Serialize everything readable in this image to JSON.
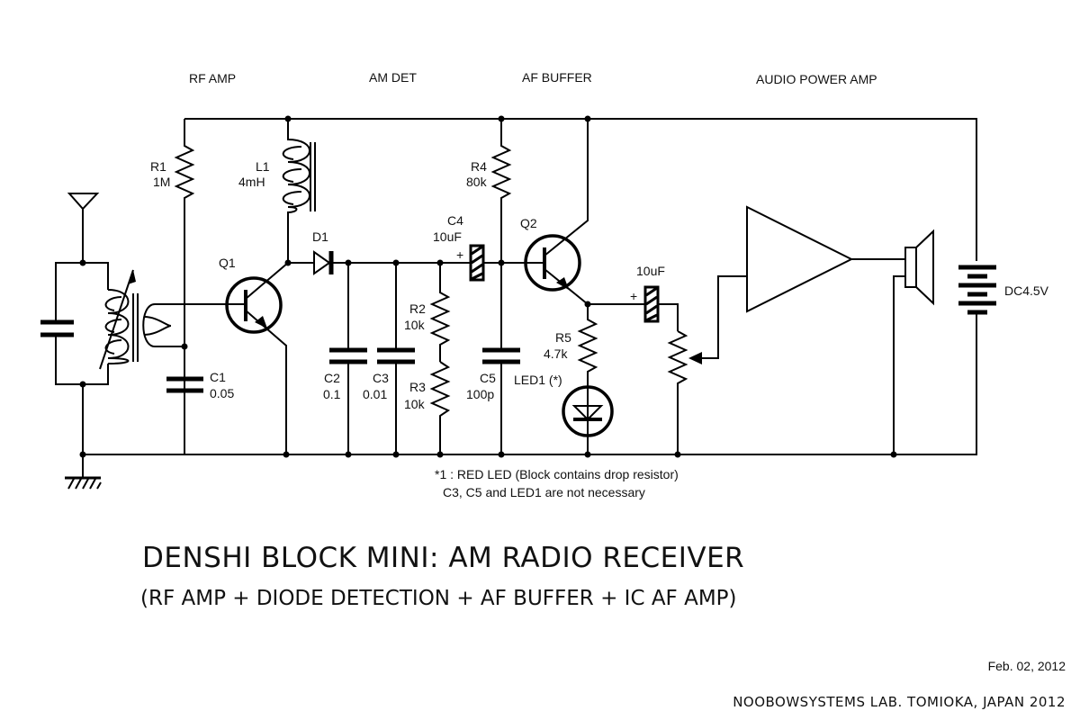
{
  "sections": {
    "rf_amp": "RF AMP",
    "am_det": "AM DET",
    "af_buffer": "AF BUFFER",
    "audio_power_amp": "AUDIO POWER AMP"
  },
  "components": {
    "r1": {
      "ref": "R1",
      "value": "1M"
    },
    "l1": {
      "ref": "L1",
      "value": "4mH"
    },
    "q1": {
      "ref": "Q1"
    },
    "c1": {
      "ref": "C1",
      "value": "0.05"
    },
    "d1": {
      "ref": "D1"
    },
    "c2": {
      "ref": "C2",
      "value": "0.1"
    },
    "c3": {
      "ref": "C3",
      "value": "0.01"
    },
    "r2": {
      "ref": "R2",
      "value": "10k"
    },
    "r3": {
      "ref": "R3",
      "value": "10k"
    },
    "c4": {
      "ref": "C4",
      "value": "10uF",
      "polarity": "+"
    },
    "r4": {
      "ref": "R4",
      "value": "80k"
    },
    "c5": {
      "ref": "C5",
      "value": "100p"
    },
    "q2": {
      "ref": "Q2"
    },
    "r5": {
      "ref": "R5",
      "value": "4.7k"
    },
    "led1": {
      "ref": "LED1 (*)"
    },
    "c6": {
      "value": "10uF",
      "polarity": "+"
    },
    "battery": {
      "value": "DC4.5V"
    }
  },
  "notes": [
    "*1 : RED LED (Block contains drop resistor)",
    "C3, C5 and LED1 are not necessary"
  ],
  "title": "DENSHI BLOCK MINI: AM RADIO RECEIVER",
  "subtitle": "(RF AMP + DIODE DETECTION + AF BUFFER + IC AF AMP)",
  "date": "Feb. 02, 2012",
  "credit": "NOOBOWSYSTEMS LAB. TOMIOKA, JAPAN 2012"
}
